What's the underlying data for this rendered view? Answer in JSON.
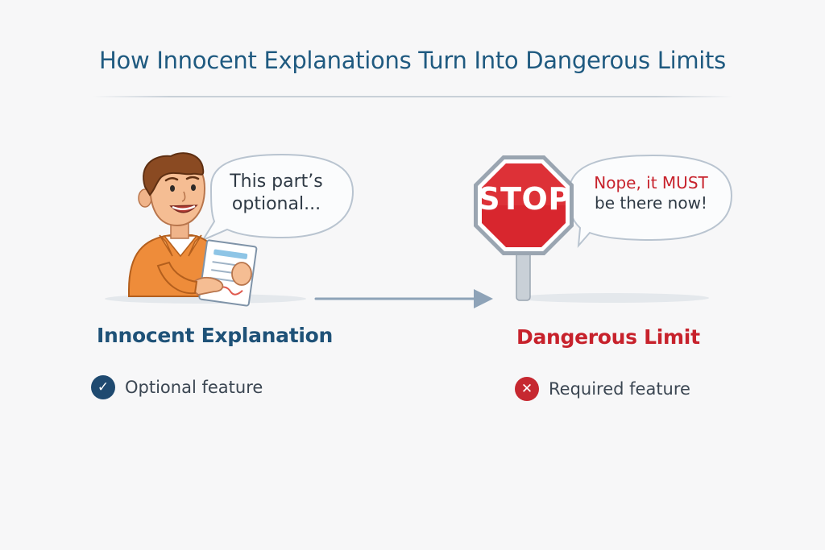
{
  "title": "How Innocent Explanations Turn Into Dangerous Limits",
  "left_panel": {
    "speech": {
      "line1": "This part’s",
      "line2": "optional..."
    },
    "heading": "Innocent Explanation",
    "feature_label": "Optional feature",
    "feature_icon": "check-circle-icon",
    "accent_color": "#1f5278"
  },
  "right_panel": {
    "sign_text": "STOP",
    "speech": {
      "line1": "Nope, it MUST",
      "line2": "be there now!"
    },
    "heading": "Dangerous Limit",
    "feature_label": "Required feature",
    "feature_icon": "x-circle-icon",
    "accent_color": "#c7222c"
  },
  "connector": "arrow-right-icon"
}
